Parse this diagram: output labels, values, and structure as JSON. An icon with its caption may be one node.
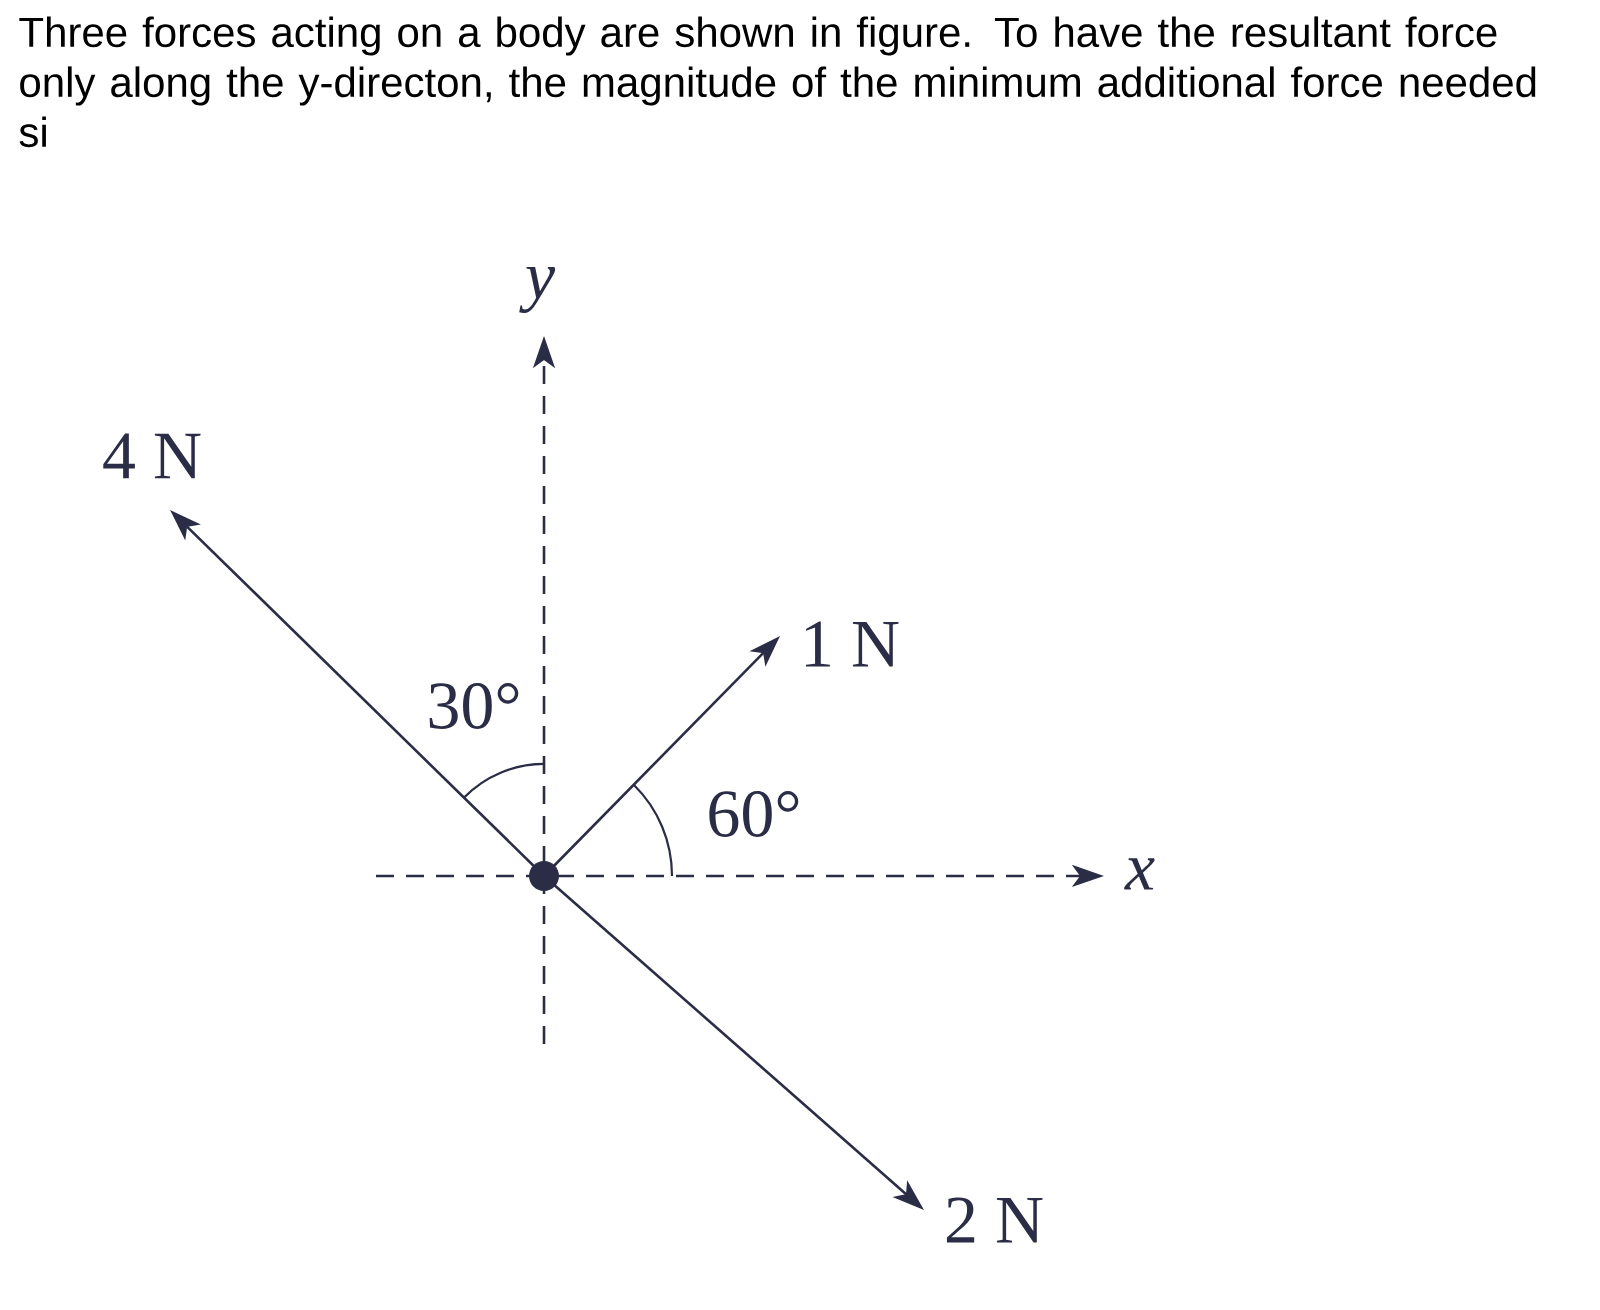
{
  "diagram": {
    "title": "Three forces acting on a body are shown in figure. To have the resultant force only along the y-directon, the magnitude of the minimum additional force needed si",
    "labels": [
      "y",
      "4 N",
      "1 N",
      "30°",
      "60°",
      "x",
      "2 N"
    ]
  }
}
